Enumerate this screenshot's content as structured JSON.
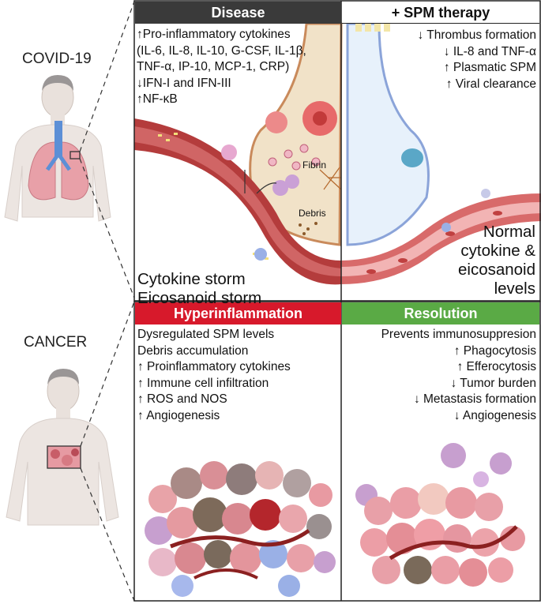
{
  "row_labels": {
    "covid": "COVID-19",
    "cancer": "CANCER"
  },
  "headers": {
    "disease": "Disease",
    "spm_therapy": "+ SPM therapy",
    "hyperinflammation": "Hyperinflammation",
    "resolution": "Resolution"
  },
  "disease_effects": [
    "↑Pro-inflammatory cytokines",
    "(IL-6, IL-8, IL-10, G-CSF, IL-1β,",
    "TNF-α, IP-10, MCP-1, CRP)",
    "↓IFN-I and IFN-III",
    "↑NF-κB"
  ],
  "therapy_effects": [
    "↓ Thrombus formation",
    "↓ IL-8 and TNF-α",
    "↑ Plasmatic SPM",
    "↑ Viral clearance"
  ],
  "illustration_labels": {
    "fibrin": "Fibrin",
    "debris": "Debris"
  },
  "storm_lines": [
    "Cytokine storm",
    "Eicosanoid storm"
  ],
  "normal_lines": [
    "Normal",
    "cytokine &",
    "eicosanoid",
    "levels"
  ],
  "hyper_effects": [
    "Dysregulated SPM levels",
    "Debris accumulation",
    "↑  Proinflammatory cytokines",
    "↑  Immune cell infiltration",
    "↑  ROS and NOS",
    "↑  Angiogenesis"
  ],
  "resolution_effects": [
    "Prevents immunosuppresion",
    "↑ Phagocytosis",
    "↑ Efferocytosis",
    "↓ Tumor burden",
    "↓ Metastasis formation",
    "↓ Angiogenesis"
  ],
  "colors": {
    "disease_header": "#3a3a3a",
    "hyperinflammation_header": "#d7192b",
    "resolution_header": "#5aaa45",
    "vessel": "#9c2a2a"
  }
}
